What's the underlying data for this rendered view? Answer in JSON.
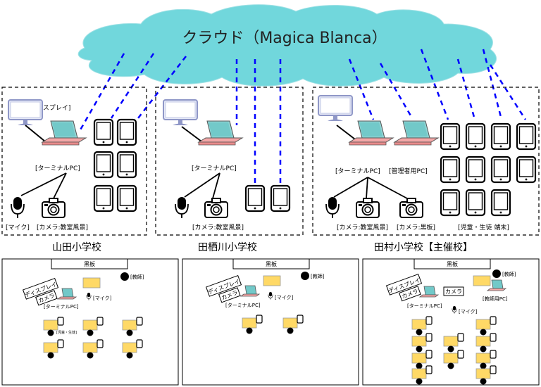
{
  "cloud": {
    "text": "クラウド（Magica Blanca）",
    "fill": "#71d7dc"
  },
  "colors": {
    "link": "#0000ff",
    "desk": "#ffd966",
    "laptop_screen": "#72c9c9",
    "laptop_base": "#f4a7a7",
    "display": "#ccd4f0"
  },
  "schools": [
    {
      "name": "山田小学校",
      "labels": {
        "display": "[ディスプレイ]",
        "terminal": "[ターミナルPC]",
        "mic": "[マイク]",
        "camera": "[カメラ:教室風景]"
      }
    },
    {
      "name": "田栖川小学校",
      "labels": {
        "terminal": "[ターミナルPC]",
        "camera": "[カメラ:教室風景]"
      }
    },
    {
      "name": "田村小学校【主催校】",
      "labels": {
        "terminal": "[ターミナルPC]",
        "admin": "[管理者用PC]",
        "camera1": "[カメラ:教室風景]",
        "camera2": "[カメラ:黒板]",
        "tablets": "[児童・生徒 端末]"
      }
    }
  ],
  "classrooms": [
    {
      "blackboard": "黒板",
      "teacher": "[教師]",
      "display": "ディスプレイ",
      "camera": "カメラ",
      "terminal": "[ターミナルPC]",
      "mic": "[マイク]",
      "student": "[児童・生徒]"
    },
    {
      "blackboard": "黒板",
      "teacher": "[教師]",
      "display": "ディスプレイ",
      "camera": "カメラ",
      "terminal": "[ターミナルPC]",
      "mic": "[マイク]"
    },
    {
      "blackboard": "黒板",
      "teacher": "[教師]",
      "display": "ディスプレイ",
      "camera": "カメラ",
      "camera2": "カメラ",
      "terminal": "[ターミナルPC]",
      "teacher_pc": "[教師用PC]",
      "mic": "[マイク]"
    }
  ]
}
